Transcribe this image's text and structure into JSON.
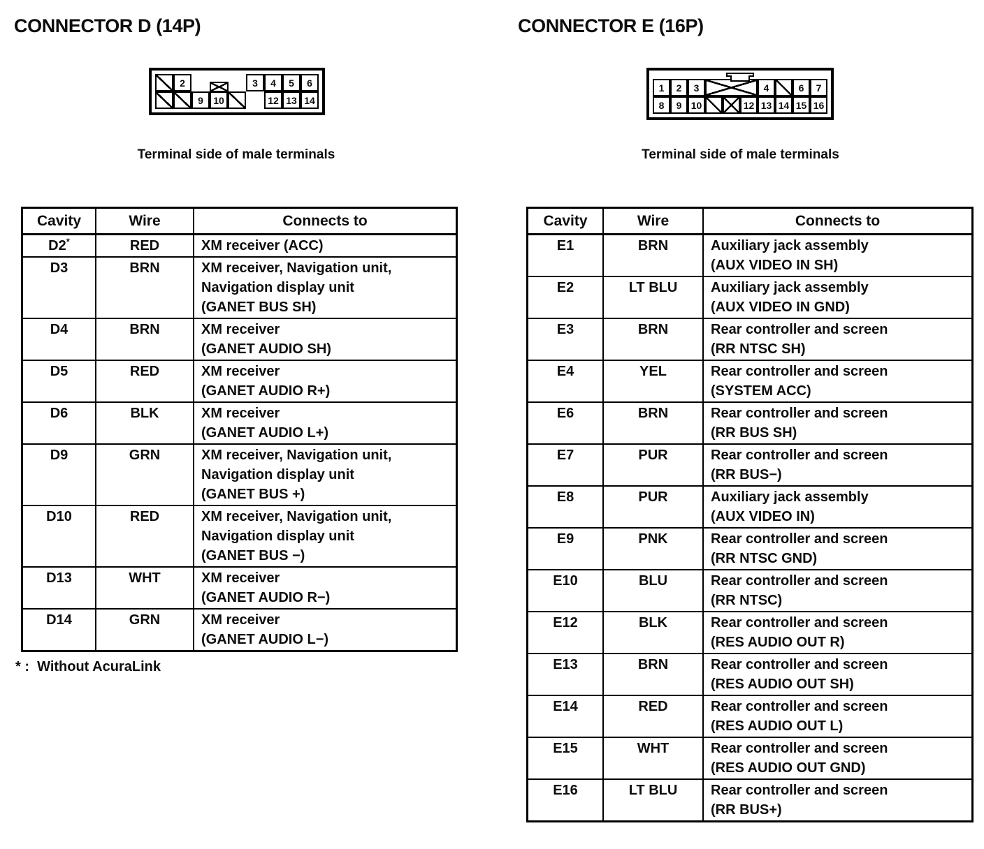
{
  "connector_d": {
    "title": "CONNECTOR D (14P)",
    "caption": "Terminal side of male terminals",
    "footnote": "* :  Without AcuraLink",
    "diagram": {
      "latch": "bowtie",
      "rows": [
        [
          "/",
          "2",
          ".",
          ".",
          ".",
          "3",
          "4",
          "5",
          "6"
        ],
        [
          "/",
          "/",
          "9",
          "10",
          "/",
          ".",
          "12",
          "13",
          "14"
        ]
      ]
    },
    "table": {
      "headers": [
        "Cavity",
        "Wire",
        "Connects to"
      ],
      "rows": [
        {
          "cavity": "D2*",
          "wire": "RED",
          "connects": [
            "XM receiver (ACC)"
          ]
        },
        {
          "cavity": "D3",
          "wire": "BRN",
          "connects": [
            "XM receiver, Navigation unit,",
            "Navigation display unit",
            "(GANET BUS SH)"
          ]
        },
        {
          "cavity": "D4",
          "wire": "BRN",
          "connects": [
            "XM receiver",
            "(GANET AUDIO SH)"
          ]
        },
        {
          "cavity": "D5",
          "wire": "RED",
          "connects": [
            "XM receiver",
            "(GANET AUDIO R+)"
          ]
        },
        {
          "cavity": "D6",
          "wire": "BLK",
          "connects": [
            "XM receiver",
            "(GANET AUDIO L+)"
          ]
        },
        {
          "cavity": "D9",
          "wire": "GRN",
          "connects": [
            "XM receiver, Navigation unit,",
            "Navigation display unit",
            "(GANET BUS +)"
          ]
        },
        {
          "cavity": "D10",
          "wire": "RED",
          "connects": [
            "XM receiver, Navigation unit,",
            "Navigation display unit",
            "(GANET BUS −)"
          ]
        },
        {
          "cavity": "D13",
          "wire": "WHT",
          "connects": [
            "XM receiver",
            "(GANET AUDIO R−)"
          ]
        },
        {
          "cavity": "D14",
          "wire": "GRN",
          "connects": [
            "XM receiver",
            "(GANET AUDIO L−)"
          ]
        }
      ]
    }
  },
  "connector_e": {
    "title": "CONNECTOR E (16P)",
    "caption": "Terminal side of male terminals",
    "diagram": {
      "latch": "tab",
      "rows": [
        [
          "1",
          "2",
          "3",
          "X3",
          "4",
          "/",
          "6",
          "7"
        ],
        [
          "8",
          "9",
          "10",
          "/",
          "X",
          "12",
          "13",
          "14",
          "15",
          "16"
        ]
      ]
    },
    "table": {
      "headers": [
        "Cavity",
        "Wire",
        "Connects to"
      ],
      "rows": [
        {
          "cavity": "E1",
          "wire": "BRN",
          "connects": [
            "Auxiliary jack assembly",
            "(AUX VIDEO IN SH)"
          ]
        },
        {
          "cavity": "E2",
          "wire": "LT BLU",
          "connects": [
            "Auxiliary jack assembly",
            "(AUX VIDEO IN GND)"
          ]
        },
        {
          "cavity": "E3",
          "wire": "BRN",
          "connects": [
            "Rear controller and screen",
            "(RR NTSC SH)"
          ]
        },
        {
          "cavity": "E4",
          "wire": "YEL",
          "connects": [
            "Rear controller and screen",
            "(SYSTEM ACC)"
          ]
        },
        {
          "cavity": "E6",
          "wire": "BRN",
          "connects": [
            "Rear controller and screen",
            "(RR BUS SH)"
          ]
        },
        {
          "cavity": "E7",
          "wire": "PUR",
          "connects": [
            "Rear controller and screen",
            "(RR BUS−)"
          ]
        },
        {
          "cavity": "E8",
          "wire": "PUR",
          "connects": [
            "Auxiliary jack assembly",
            "(AUX VIDEO IN)"
          ]
        },
        {
          "cavity": "E9",
          "wire": "PNK",
          "connects": [
            "Rear controller and screen",
            "(RR NTSC GND)"
          ]
        },
        {
          "cavity": "E10",
          "wire": "BLU",
          "connects": [
            "Rear controller and screen",
            "(RR NTSC)"
          ]
        },
        {
          "cavity": "E12",
          "wire": "BLK",
          "connects": [
            "Rear controller and screen",
            "(RES AUDIO OUT R)"
          ]
        },
        {
          "cavity": "E13",
          "wire": "BRN",
          "connects": [
            "Rear controller and screen",
            "(RES AUDIO OUT SH)"
          ]
        },
        {
          "cavity": "E14",
          "wire": "RED",
          "connects": [
            "Rear controller and screen",
            "(RES AUDIO OUT L)"
          ]
        },
        {
          "cavity": "E15",
          "wire": "WHT",
          "connects": [
            "Rear controller and screen",
            "(RES AUDIO OUT GND)"
          ]
        },
        {
          "cavity": "E16",
          "wire": "LT BLU",
          "connects": [
            "Rear controller and screen",
            "(RR BUS+)"
          ]
        }
      ]
    }
  }
}
